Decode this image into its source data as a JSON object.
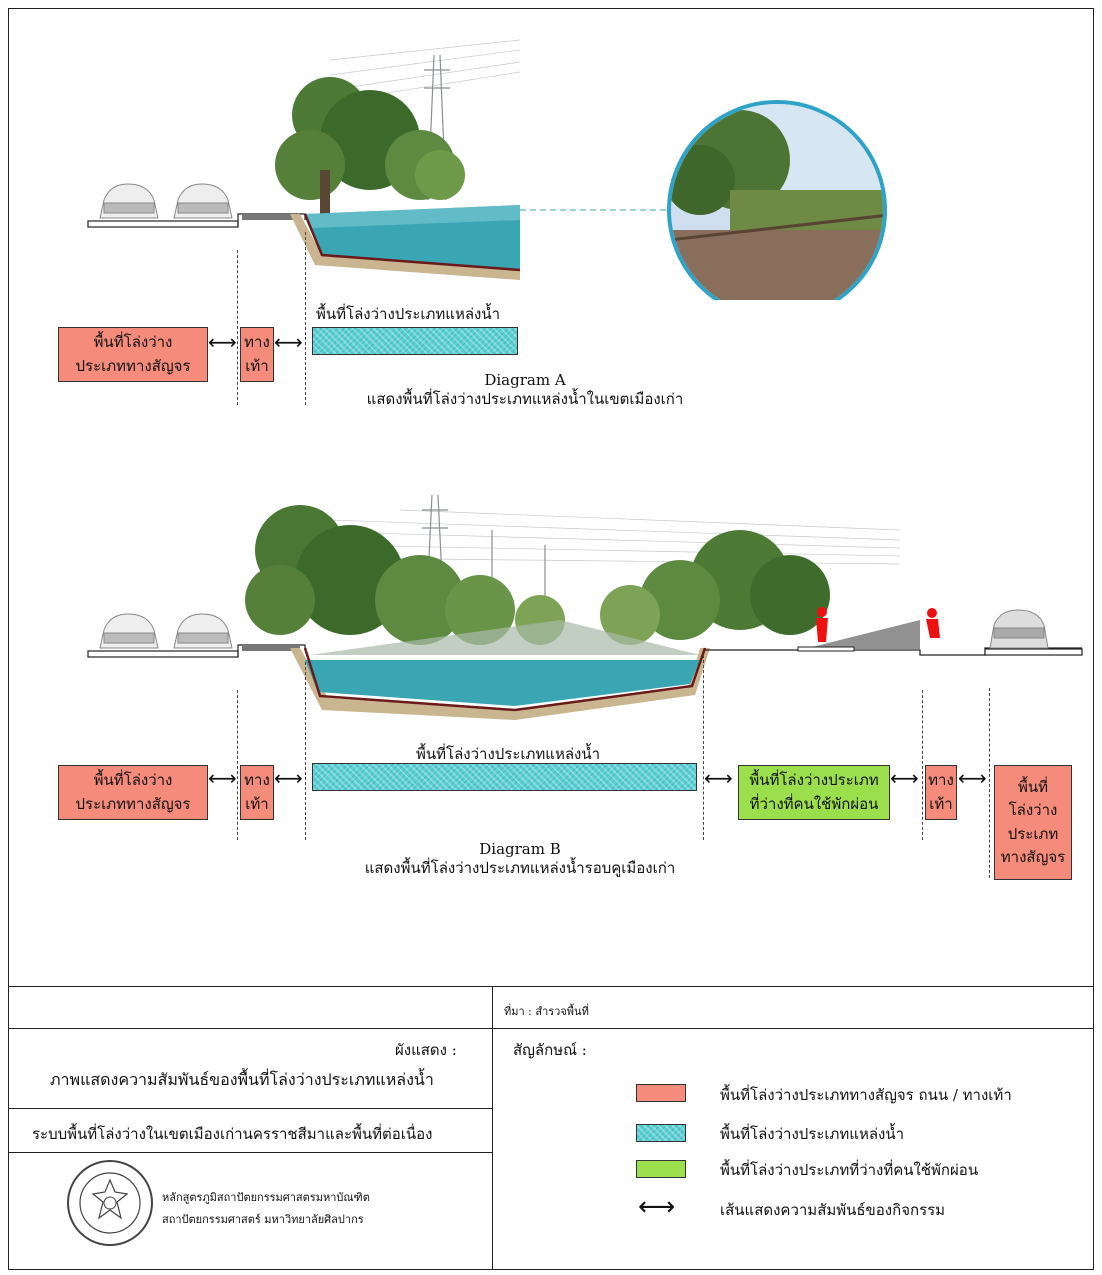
{
  "diagram_a": {
    "water_label": "พื้นที่โล่งว่างประเภทแหล่งน้ำ",
    "traffic_box": "พื้นที่โล่งว่าง\nประเภททางสัญจร",
    "walk_box": "ทาง\nเท้า",
    "title": "Diagram  A",
    "subtitle": "แสดงพื้นที่โล่งว่างประเภทแหล่งน้ำในเขตเมืองเก่า"
  },
  "diagram_b": {
    "water_label": "พื้นที่โล่งว่างประเภทแหล่งน้ำ",
    "traffic_box": "พื้นที่โล่งว่าง\nประเภททางสัญจร",
    "walk_box": "ทาง\nเท้า",
    "rest_box": "พื้นที่โล่งว่างประเภท\nที่ว่างที่คนใช้พักผ่อน",
    "walk_box_right": "ทาง\nเท้า",
    "traffic_box_right": "พื้นที่\nโล่งว่าง\nประเภท\nทางสัญจร",
    "title": "Diagram  B",
    "subtitle": "แสดงพื้นที่โล่งว่างประเภทแหล่งน้ำรอบคูเมืองเก่า"
  },
  "arrow_symbol": "⟷",
  "footer": {
    "source": "ที่มา : สำรวจพื้นที่",
    "plan_label": "ผังแสดง :",
    "plan_title": "ภาพแสดงความสัมพันธ์ของพื้นที่โล่งว่างประเภทแหล่งน้ำ",
    "project_title": "ระบบพื้นที่โล่งว่างในเขตเมืองเก่านครราชสีมาและพื้นที่ต่อเนื่อง",
    "institution_line1": "หลักสูตรภูมิสถาปัตยกรรมศาสตรมหาบัณฑิต",
    "institution_line2": "สถาปัตยกรรมศาสตร์  มหาวิทยาลัยศิลปากร",
    "legend_label": "สัญลักษณ์ :",
    "legend": [
      {
        "swatch": "red",
        "color": "#f58b7a",
        "text": "พื้นที่โล่งว่างประเภททางสัญจร  ถนน / ทางเท้า"
      },
      {
        "swatch": "water",
        "color": "#5bd0d4",
        "text": "พื้นที่โล่งว่างประเภทแหล่งน้ำ"
      },
      {
        "swatch": "green",
        "color": "#9be04c",
        "text": "พื้นที่โล่งว่างประเภทที่ว่างที่คนใช้พักผ่อน"
      },
      {
        "swatch": "arrow",
        "color": "#111111",
        "text": "เส้นแสดงความสัมพันธ์ของกิจกรรม"
      }
    ]
  }
}
